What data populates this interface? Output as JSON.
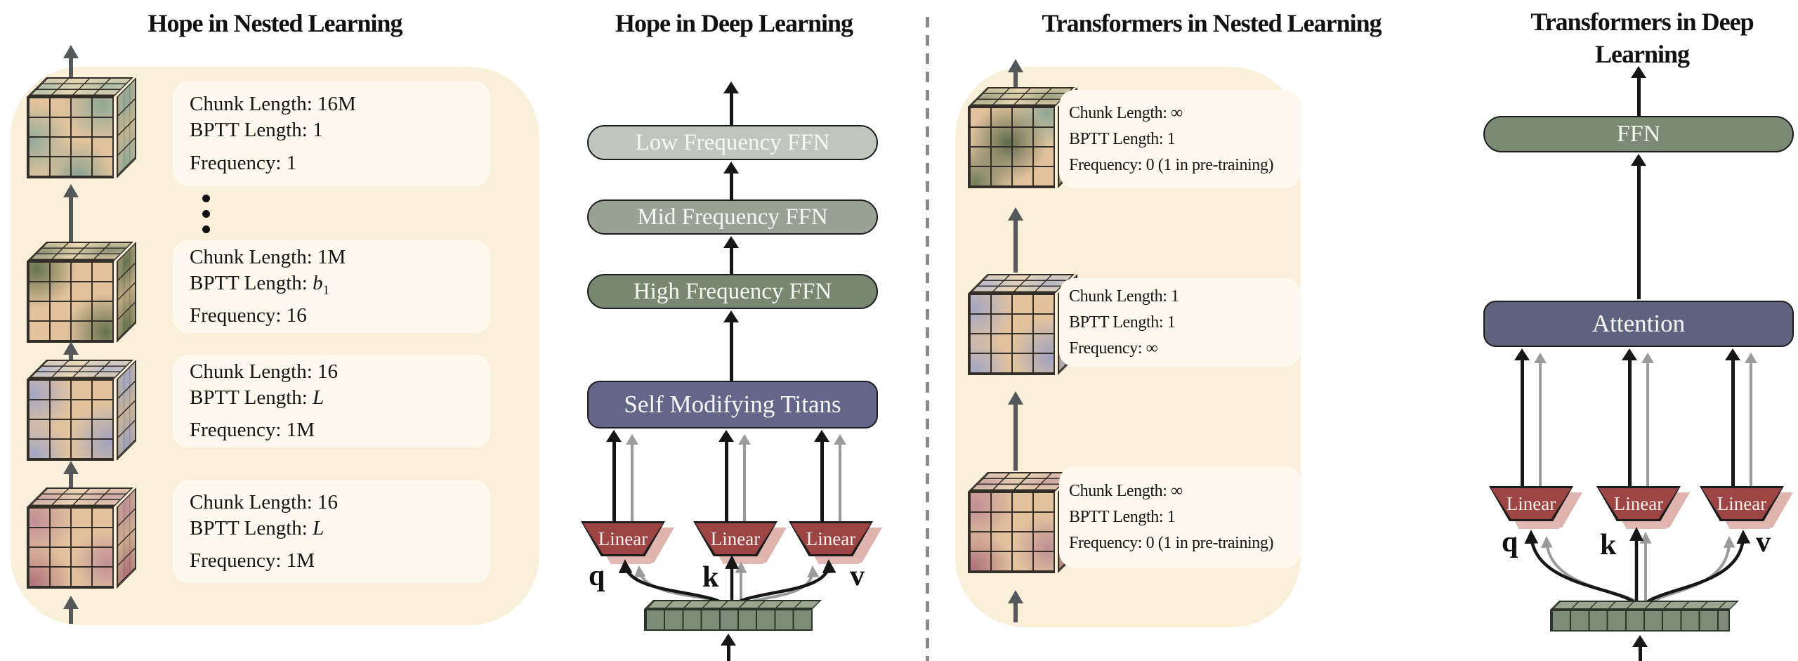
{
  "figure": {
    "background": "#ffffff",
    "divider_color": "#8b8b8b"
  },
  "colors": {
    "panel_bg": "#FAF0DA",
    "card_bg": "#FEF9EE",
    "cube_base_tan": "#E2C39E",
    "cube_tint_teal": "#8FA896",
    "cube_tint_olive": "#67734F",
    "cube_tint_lavender": "#A3A7C4",
    "cube_tint_rose": "#C08F96",
    "arrow_dark_gray": "#54585B",
    "arrow_black": "#161616",
    "arrow_gray": "#9B9B9B",
    "pill_low_freq": "#C1C6BD",
    "pill_mid_freq": "#99A294",
    "pill_high_freq": "#78876F",
    "pill_titans": "#636689",
    "pill_ffn": "#7A8A74",
    "pill_attention": "#5F6380",
    "linear_front": "#9D4545",
    "linear_shadow": "#DFB3AE",
    "token_bar_front": "#7E8B78",
    "token_bar_top": "#9AA68E"
  },
  "icons": {
    "up_arrow": "up-arrow-icon",
    "vertical_ellipsis": "vertical-ellipsis-icon"
  },
  "panel1": {
    "title": "Hope in Nested Learning",
    "rows": [
      {
        "l1": "Chunk Length: 16M",
        "l2a": "BPTT Length: 1",
        "l2b": "",
        "l2c": "",
        "l3": "Frequency: 1"
      },
      {
        "l1": "Chunk Length: 1M",
        "l2a": "BPTT Length: ",
        "l2b": "b",
        "l2c": "1",
        "l3": "Frequency: 16"
      },
      {
        "l1": "Chunk Length: 16",
        "l2a": "BPTT Length: ",
        "l2b": "L",
        "l2c": "",
        "l3": "Frequency: 1M"
      },
      {
        "l1": "Chunk Length: 16",
        "l2a": "BPTT Length: ",
        "l2b": "L",
        "l2c": "",
        "l3": "Frequency: 1M"
      }
    ]
  },
  "panel2": {
    "title": "Hope in Deep Learning",
    "boxes": [
      "Low Frequency FFN",
      "Mid Frequency FFN",
      "High Frequency FFN",
      "Self Modifying Titans"
    ],
    "linear": "Linear",
    "q": "q",
    "k": "k",
    "v": "v"
  },
  "panel3": {
    "title": "Transformers in Nested Learning",
    "rows": [
      {
        "l1": "Chunk Length: ∞",
        "l2a": "BPTT Length: 1",
        "l3": "Frequency: 0 (1 in pre-training)"
      },
      {
        "l1": "Chunk Length: 1",
        "l2a": "BPTT Length: 1",
        "l3": "Frequency: ∞"
      },
      {
        "l1": "Chunk Length: ∞",
        "l2a": "BPTT Length: 1",
        "l3": "Frequency: 0 (1 in pre-training)"
      }
    ]
  },
  "panel4": {
    "title": "Transformers in Deep Learning",
    "boxes": [
      "FFN",
      "Attention"
    ],
    "linear": "Linear",
    "q": "q",
    "k": "k",
    "v": "v"
  }
}
